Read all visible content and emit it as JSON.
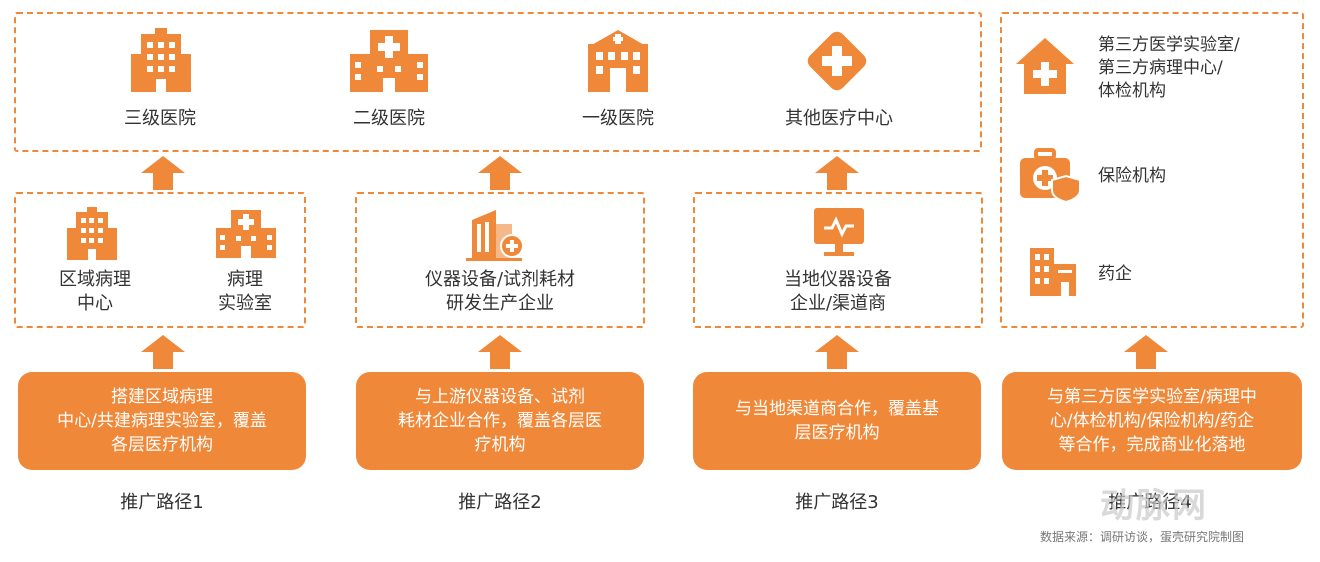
{
  "top_row": [
    {
      "label": "三级医院",
      "icon": "high-rise-hospital-icon"
    },
    {
      "label": "二级医院",
      "icon": "hospital-cross-icon"
    },
    {
      "label": "一级医院",
      "icon": "clinic-building-icon"
    },
    {
      "label": "其他医疗中心",
      "icon": "medical-cross-diamond-icon"
    }
  ],
  "middle": {
    "box1": {
      "items": [
        {
          "lines": [
            "区域病理",
            "中心"
          ],
          "icon": "office-building-icon"
        },
        {
          "lines": [
            "病理",
            "实验室"
          ],
          "icon": "lab-building-icon"
        }
      ]
    },
    "box2": {
      "lines": [
        "仪器设备/试剂耗材",
        "研发生产企业"
      ],
      "icon": "factory-building-icon"
    },
    "box3": {
      "lines": [
        "当地仪器设备",
        "企业/渠道商"
      ],
      "icon": "monitor-icon"
    }
  },
  "right_column": [
    {
      "lines": [
        "第三方医学实验室/",
        "第三方病理中心/",
        "体检机构"
      ],
      "icon": "house-cross-icon"
    },
    {
      "lines": [
        "保险机构"
      ],
      "icon": "medical-kit-shield-icon"
    },
    {
      "lines": [
        "药企"
      ],
      "icon": "pharma-building-icon"
    }
  ],
  "strategies": [
    {
      "lines": [
        "搭建区域病理",
        "中心/共建病理实验室，覆盖",
        "各层医疗机构"
      ]
    },
    {
      "lines": [
        "与上游仪器设备、试剂",
        "耗材企业合作，覆盖各层医",
        "疗机构"
      ]
    },
    {
      "lines": [
        "与当地渠道商合作，覆盖基",
        "层医疗机构"
      ]
    },
    {
      "lines": [
        "与第三方医学实验室/病理中",
        "心/体检机构/保险机构/药企",
        "等合作，完成商业化落地"
      ]
    }
  ],
  "paths": [
    "推广路径1",
    "推广路径2",
    "推广路径3",
    "推广路径4"
  ],
  "source": "数据来源：调研访谈，蛋壳研究院制图",
  "watermark": "动脉网",
  "colors": {
    "accent": "#f0883a"
  }
}
